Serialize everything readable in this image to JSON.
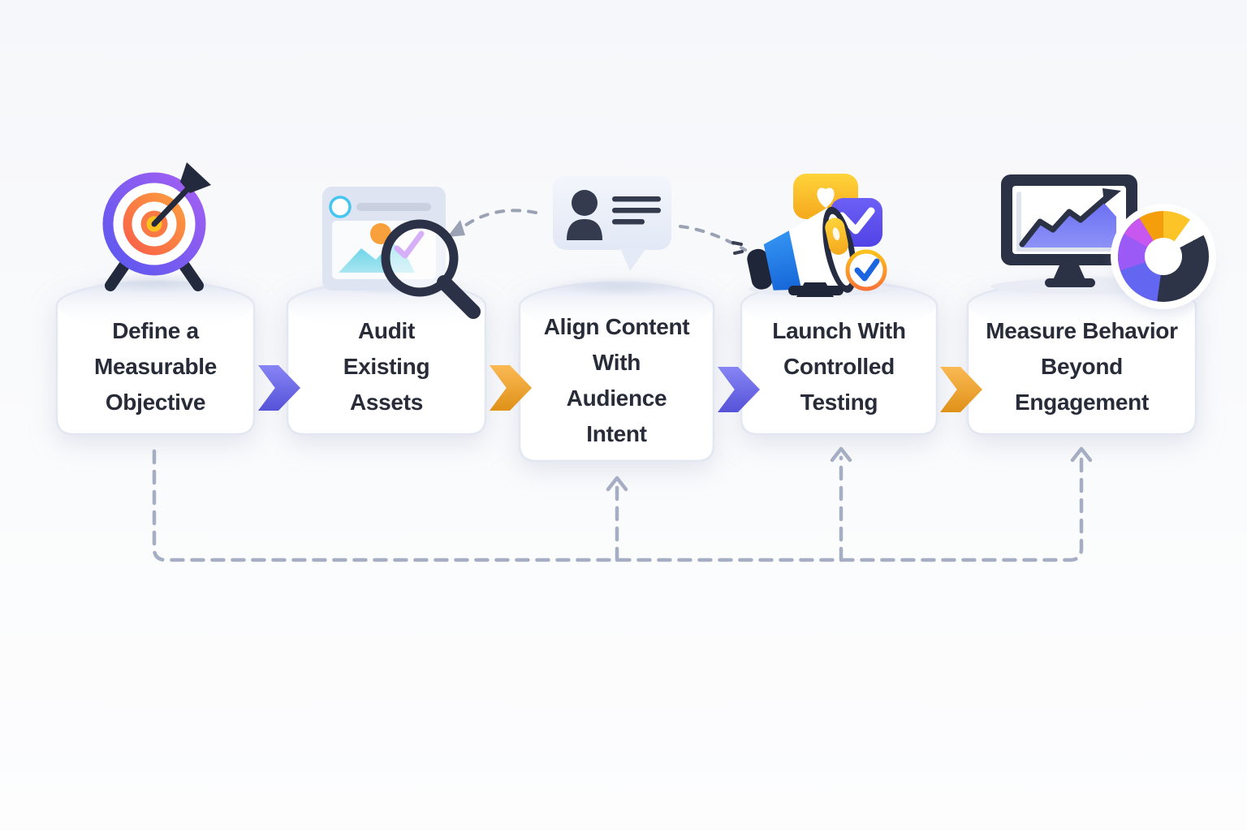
{
  "diagram": {
    "type": "process-flow",
    "steps": [
      {
        "id": 1,
        "label_lines": [
          "Define a",
          "Measurable",
          "Objective"
        ],
        "label": "Define a Measurable Objective",
        "icon": "target-bullseye-icon"
      },
      {
        "id": 2,
        "label_lines": [
          "Audit",
          "Existing",
          "Assets"
        ],
        "label": "Audit Existing Assets",
        "icon": "browser-magnifier-icon"
      },
      {
        "id": 3,
        "label_lines": [
          "Align Content",
          "With",
          "Audience",
          "Intent"
        ],
        "label": "Align Content With Audience Intent",
        "icon": "audience-speech-bubble-icon"
      },
      {
        "id": 4,
        "label_lines": [
          "Launch With",
          "Controlled",
          "Testing"
        ],
        "label": "Launch With Controlled Testing",
        "icon": "megaphone-testing-icon"
      },
      {
        "id": 5,
        "label_lines": [
          "Measure Behavior",
          "Beyond",
          "Engagement"
        ],
        "label": "Measure Behavior Beyond Engagement",
        "icon": "analytics-monitor-donut-icon"
      }
    ],
    "forward_arrows": [
      {
        "from": "step-1",
        "to": "step-2",
        "color": "#5f5cf1"
      },
      {
        "from": "step-2",
        "to": "step-3",
        "color": "#f9a21b"
      },
      {
        "from": "step-3",
        "to": "step-4",
        "color": "#5f5cf1"
      },
      {
        "from": "step-4",
        "to": "step-5",
        "color": "#f9a21b"
      }
    ],
    "feedback_loop": {
      "style": "dashed",
      "from": "step-1",
      "to": [
        "step-3",
        "step-4",
        "step-5"
      ]
    },
    "dashed_hints": [
      {
        "from": "step-3-icon",
        "to": "step-2-icon"
      },
      {
        "from": "step-3-icon",
        "to": "step-4-icon"
      }
    ],
    "colors": {
      "arrow_purple": "#5f5cf1",
      "arrow_orange": "#f9a21b",
      "card_fill": "#ffffff",
      "card_border": "#e2e7f2",
      "label_text": "#272c38",
      "dashed_loop": "#a6aec3",
      "dashed_hint": "#9aa2b4",
      "icon_navy": "#2b3245",
      "icon_yellow": "#fcc21d",
      "icon_orange": "#f97a45",
      "icon_blue": "#1d7fe8",
      "icon_teal": "#4fc6e0"
    }
  }
}
